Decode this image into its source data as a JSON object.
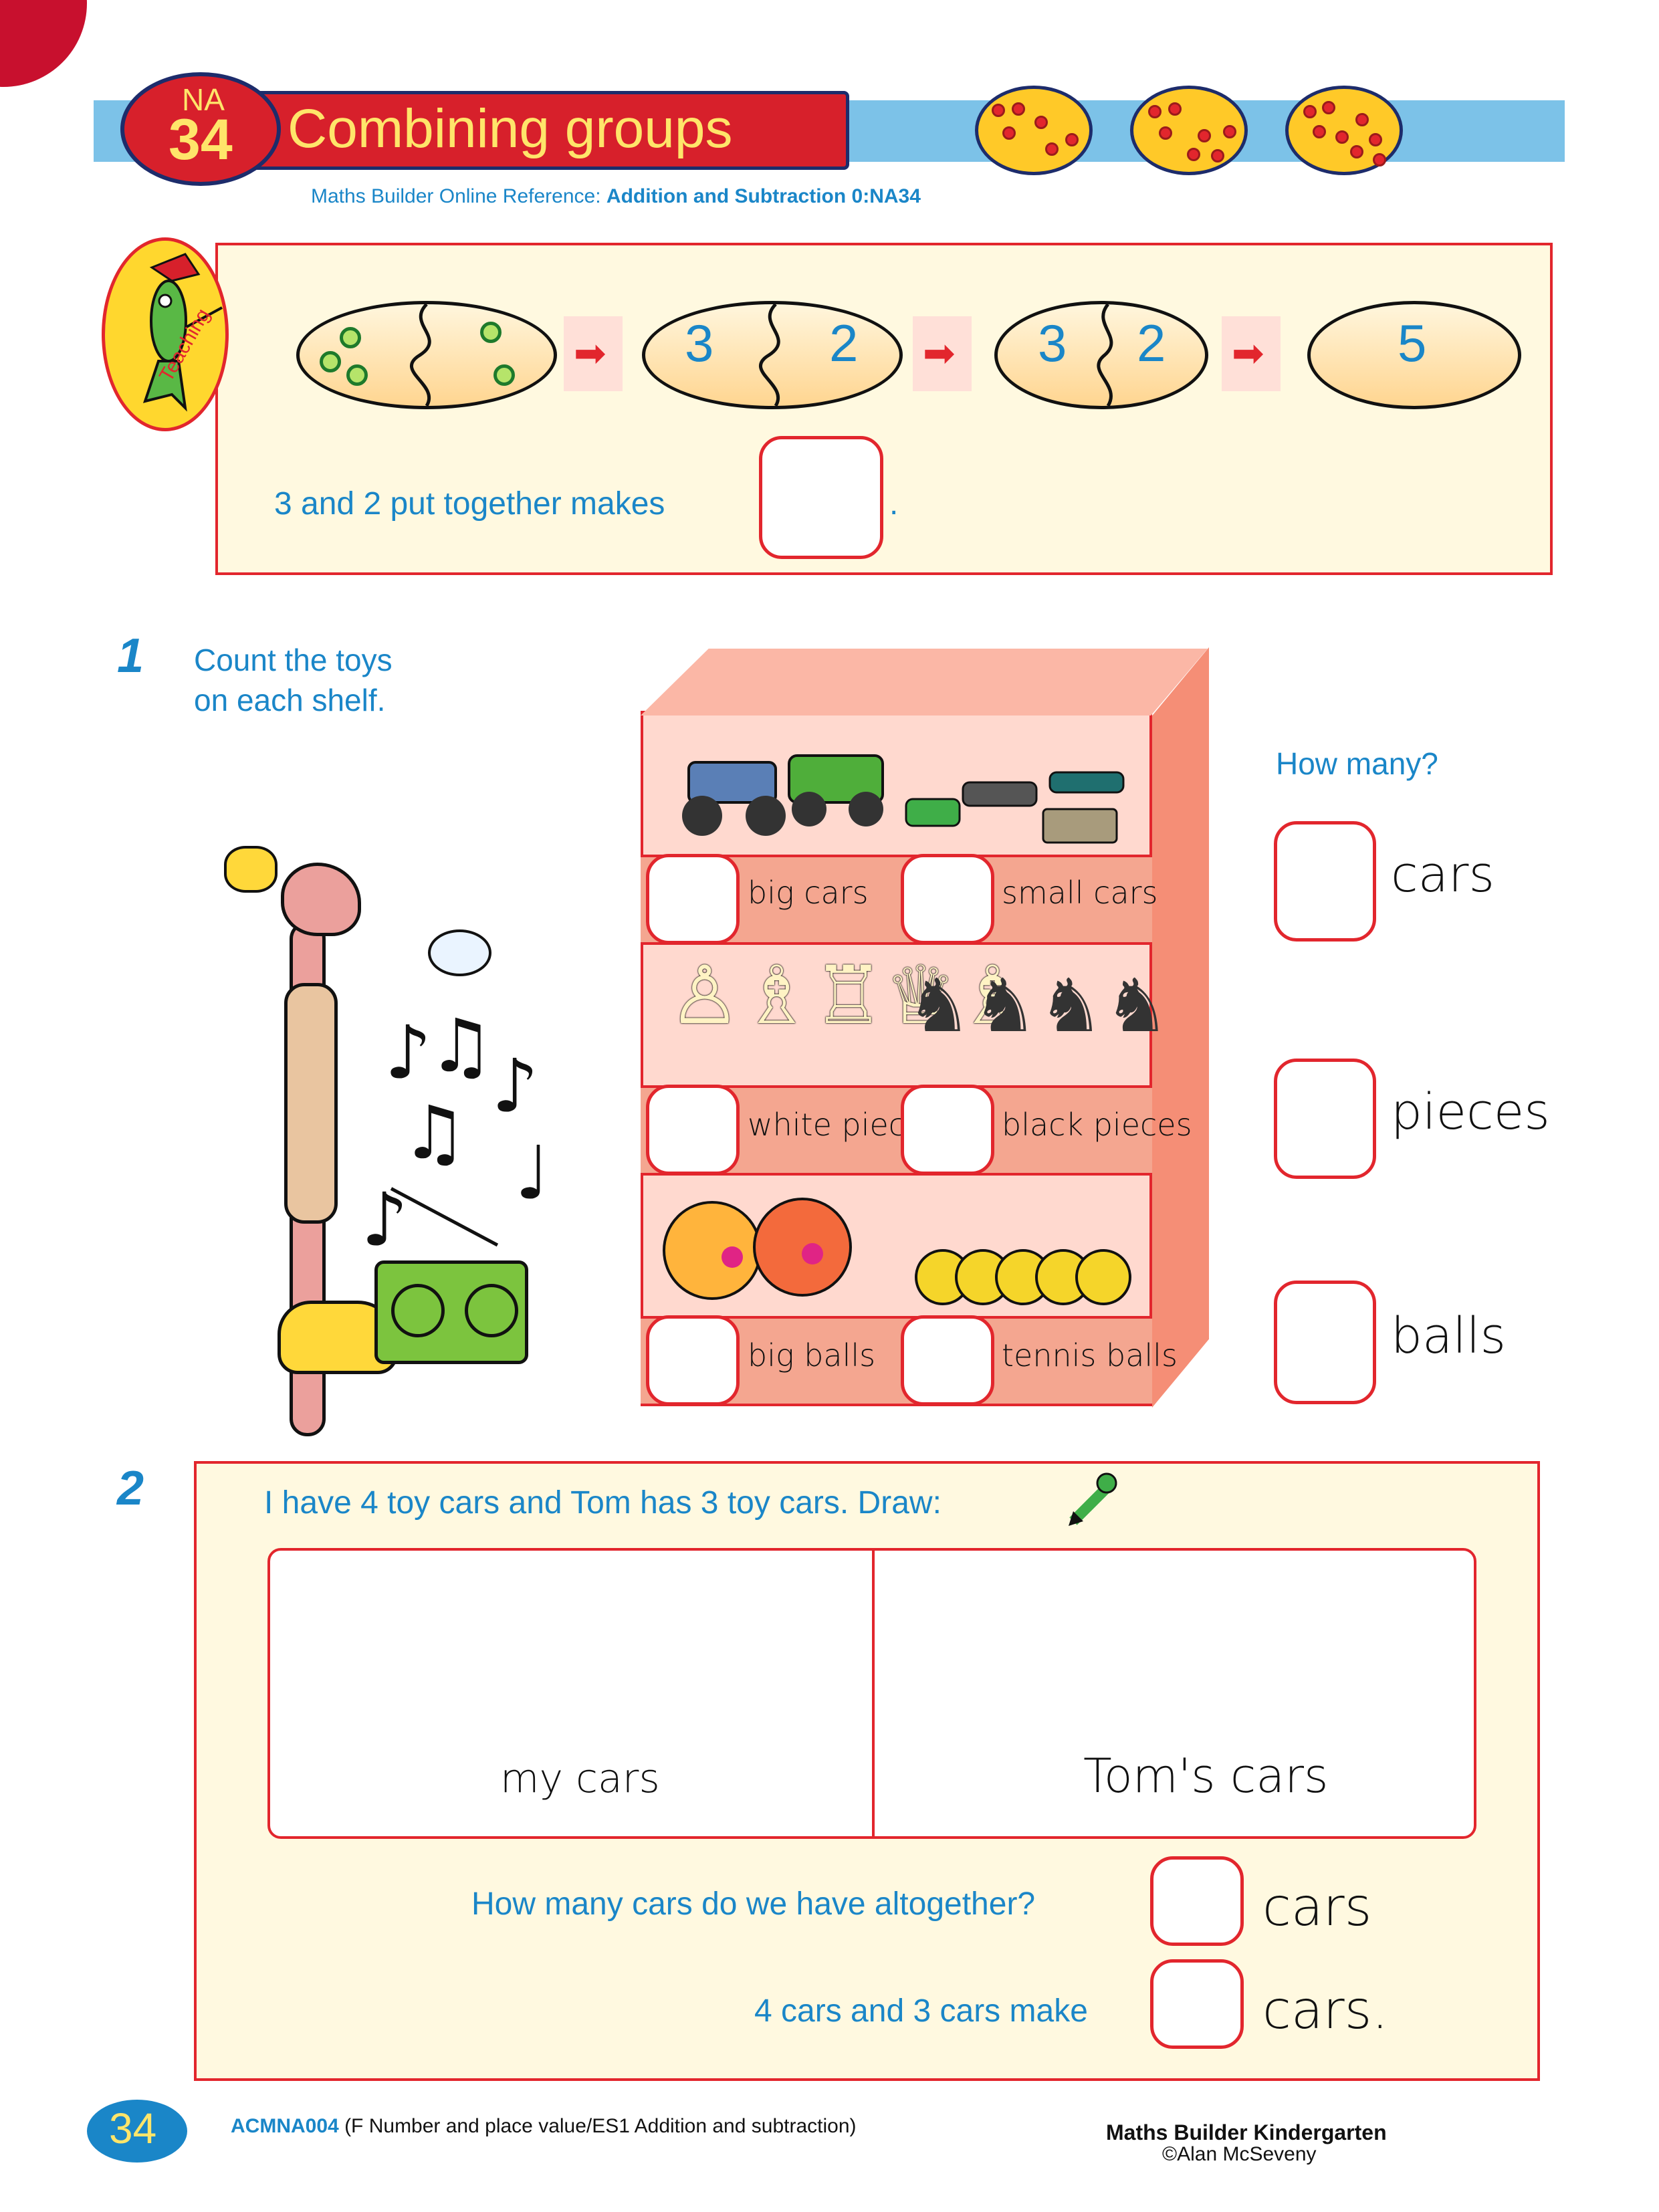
{
  "header": {
    "lesson_prefix": "NA",
    "lesson_number": "34",
    "title": "Combining groups",
    "reference_label": "Maths Builder Online Reference:",
    "reference_value": "Addition and Subtraction 0:NA34"
  },
  "teaching": {
    "badge_label": "Teaching",
    "ovals": [
      {
        "left": "",
        "right": ""
      },
      {
        "left": "3",
        "right": "2"
      },
      {
        "left": "3",
        "right": "2"
      },
      {
        "total": "5"
      }
    ],
    "arrow_glyph": "➡",
    "sentence": "3 and 2 put together makes",
    "sentence_end": "."
  },
  "q1": {
    "number": "1",
    "instruction_line1": "Count the toys",
    "instruction_line2": "on each shelf.",
    "how_many": "How many?",
    "shelves": [
      {
        "left_label": "big cars",
        "right_label": "small cars",
        "answer_word": "cars"
      },
      {
        "left_label": "white pieces",
        "right_label": "black pieces",
        "answer_word": "pieces"
      },
      {
        "left_label": "big balls",
        "right_label": "tennis balls",
        "answer_word": "balls"
      }
    ],
    "chess_white": "♙♗♖♕♗",
    "chess_black": "♞♞♞♞",
    "notes": [
      "♪",
      "♫",
      "♪",
      "♫",
      "♩",
      "♪"
    ]
  },
  "q2": {
    "number": "2",
    "instruction": "I have 4 toy cars and Tom has 3 toy cars. Draw:",
    "draw_left_label": "my cars",
    "draw_right_label": "Tom's cars",
    "question1": "How many cars do we have altogether?",
    "answer1_word": "cars",
    "question2": "4 cars and 3 cars make",
    "answer2_word": "cars."
  },
  "footer": {
    "page_number": "34",
    "curriculum_code": "ACMNA004",
    "curriculum_text": "(F Number and place value/ES1 Addition and subtraction)",
    "book_title": "Maths Builder Kindergarten",
    "copyright": "©Alan McSeveny"
  },
  "colors": {
    "accent_red": "#e2262d",
    "text_blue": "#1a86c8",
    "panel_cream": "#fff9e0",
    "header_band": "#7cc2e8"
  }
}
